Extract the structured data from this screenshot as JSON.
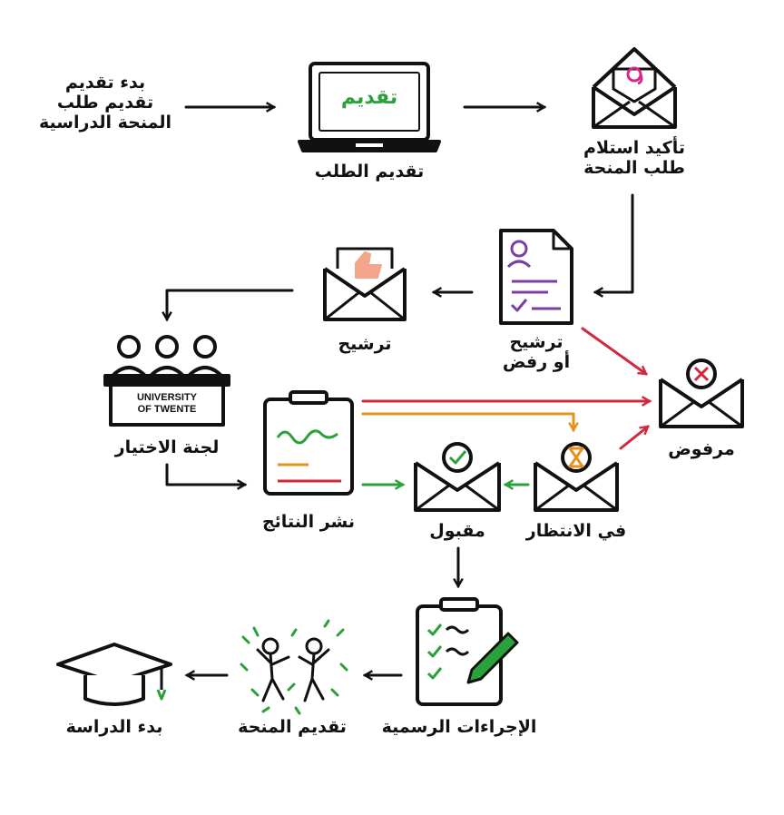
{
  "colors": {
    "ink": "#111111",
    "green": "#2aa13a",
    "red": "#d0283c",
    "orange": "#e8901e",
    "purple": "#7a3fa0",
    "magenta": "#d62a8a",
    "peach": "#f2a58a"
  },
  "icons": {
    "start": "text-node",
    "submit": "laptop-icon",
    "confirm": "email-at-icon",
    "shortlist": "cv-document-icon",
    "nominated": "envelope-thumbs-up-icon",
    "committee": "committee-icon",
    "results": "clipboard-results-icon",
    "accepted": "envelope-check-icon",
    "waiting": "envelope-hourglass-icon",
    "rejected": "envelope-x-icon",
    "procedures": "clipboard-checklist-icon",
    "award": "celebration-icon",
    "study": "graduation-cap-icon"
  },
  "nodes": {
    "start": [
      "بدء تقديم",
      "تقديم طلب",
      "المنحة الدراسية"
    ],
    "submit": [
      "تقديم الطلب"
    ],
    "confirm": [
      "تأكيد استلام",
      "طلب المنحة"
    ],
    "shortlist": [
      "ترشيح",
      "أو رفض"
    ],
    "nominated": [
      "ترشيح"
    ],
    "committee": [
      "لجنة الاختيار"
    ],
    "results": [
      "نشر النتائج"
    ],
    "accepted": [
      "مقبول"
    ],
    "waiting": [
      "في الانتظار"
    ],
    "rejected": [
      "مرفوض"
    ],
    "procedures": [
      "الإجراءات الرسمية"
    ],
    "award": [
      "تقديم المنحة"
    ],
    "study": [
      "بدء الدراسة"
    ]
  },
  "laptop_screen": "تقديم",
  "committee_board": [
    "UNIVERSITY",
    "OF TWENTE"
  ],
  "connectors": [
    {
      "from": "start",
      "to": "submit",
      "color": "ink"
    },
    {
      "from": "submit",
      "to": "confirm",
      "color": "ink"
    },
    {
      "from": "confirm",
      "to": "shortlist",
      "color": "ink"
    },
    {
      "from": "shortlist",
      "to": "nominated",
      "color": "ink"
    },
    {
      "from": "shortlist",
      "to": "rejected",
      "color": "red"
    },
    {
      "from": "nominated",
      "to": "committee",
      "color": "ink"
    },
    {
      "from": "committee",
      "to": "results",
      "color": "ink"
    },
    {
      "from": "results",
      "to": "rejected",
      "color": "red"
    },
    {
      "from": "results",
      "to": "waiting",
      "color": "orange"
    },
    {
      "from": "results",
      "to": "accepted",
      "color": "green"
    },
    {
      "from": "waiting",
      "to": "accepted",
      "color": "green"
    },
    {
      "from": "waiting",
      "to": "rejected",
      "color": "red"
    },
    {
      "from": "accepted",
      "to": "procedures",
      "color": "ink"
    },
    {
      "from": "procedures",
      "to": "award",
      "color": "ink"
    },
    {
      "from": "award",
      "to": "study",
      "color": "ink"
    }
  ]
}
